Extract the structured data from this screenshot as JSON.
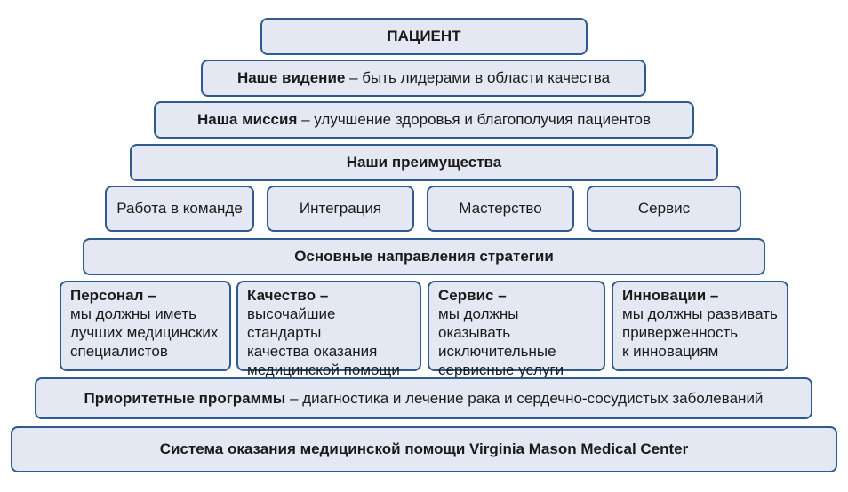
{
  "patient": "ПАЦИЕНТ",
  "vision": {
    "title": "Наше видение",
    "text": " – быть лидерами в области качества"
  },
  "mission": {
    "title": "Наша миссия",
    "text": " – улучшение здоровья и благополучия пациентов"
  },
  "advantages": {
    "title": "Наши преимущества",
    "items": [
      "Работа в команде",
      "Интеграция",
      "Мастерство",
      "Сервис"
    ]
  },
  "strategy": {
    "title": "Основные направления стратегии",
    "items": [
      {
        "title": "Персонал –",
        "text": "мы должны иметь\nлучших медицинских\nспециалистов"
      },
      {
        "title": "Качество –",
        "text": "высочайшие стандарты\nкачества оказания\nмедицинской помощи"
      },
      {
        "title": "Сервис –",
        "text": "мы должны оказывать\nисключительные\nсервисные услуги"
      },
      {
        "title": "Инновации –",
        "text": "мы должны развивать\nприверженность\nк инновациям"
      }
    ]
  },
  "programs": {
    "title": "Приоритетные программы",
    "text": " – диагностика и лечение рака и сердечно-сосудистых заболеваний"
  },
  "system": "Система оказания медицинской помощи Virginia Mason Medical Center"
}
